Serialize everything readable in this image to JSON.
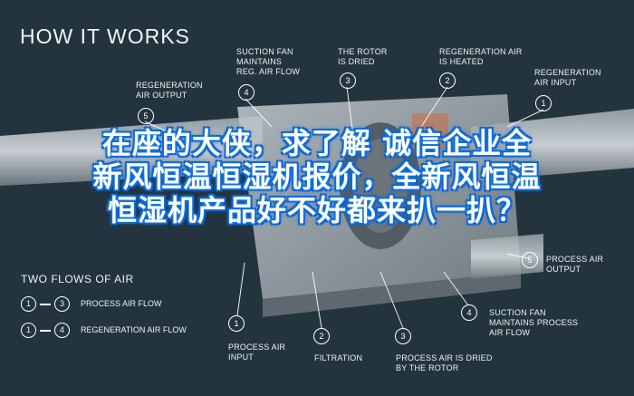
{
  "title": "HOW IT WORKS",
  "callouts_top": [
    {
      "num": "5",
      "label": "REGENERATION\nAIR OUTPUT"
    },
    {
      "num": "4",
      "label": "SUCTION FAN\nMAINTAINS\nREG. AIR FLOW"
    },
    {
      "num": "3",
      "label": "THE ROTOR\nIS DRIED"
    },
    {
      "num": "2",
      "label": "REGENERATION AIR\nIS HEATED"
    },
    {
      "num": "1",
      "label": "REGENERATION\nAIR INPUT"
    }
  ],
  "callouts_bottom": [
    {
      "num": "1",
      "label": "PROCESS AIR\nINPUT"
    },
    {
      "num": "2",
      "label": "FILTRATION"
    },
    {
      "num": "3",
      "label": "PROCESS AIR IS DRIED\nBY THE ROTOR"
    },
    {
      "num": "4",
      "label": "SUCTION FAN\nMAINTAINS PROCESS\nAIR FLOW"
    },
    {
      "num": "5",
      "label": "PROCESS AIR\nOUTPUT"
    }
  ],
  "flows": {
    "title": "TWO FLOWS OF AIR",
    "rows": [
      {
        "from": "1",
        "to": "3",
        "label": "PROCESS AIR FLOW"
      },
      {
        "from": "1",
        "to": "4",
        "label": "REGENERATION AIR FLOW"
      }
    ]
  },
  "overlay_text": "在座的大侠，求了解 诚信企业全新风恒温恒湿机报价，全新风恒温恒湿机产品好不好都来扒一扒？",
  "colors": {
    "background": "#24343f",
    "overlay_outline": "#0a5fd0"
  }
}
